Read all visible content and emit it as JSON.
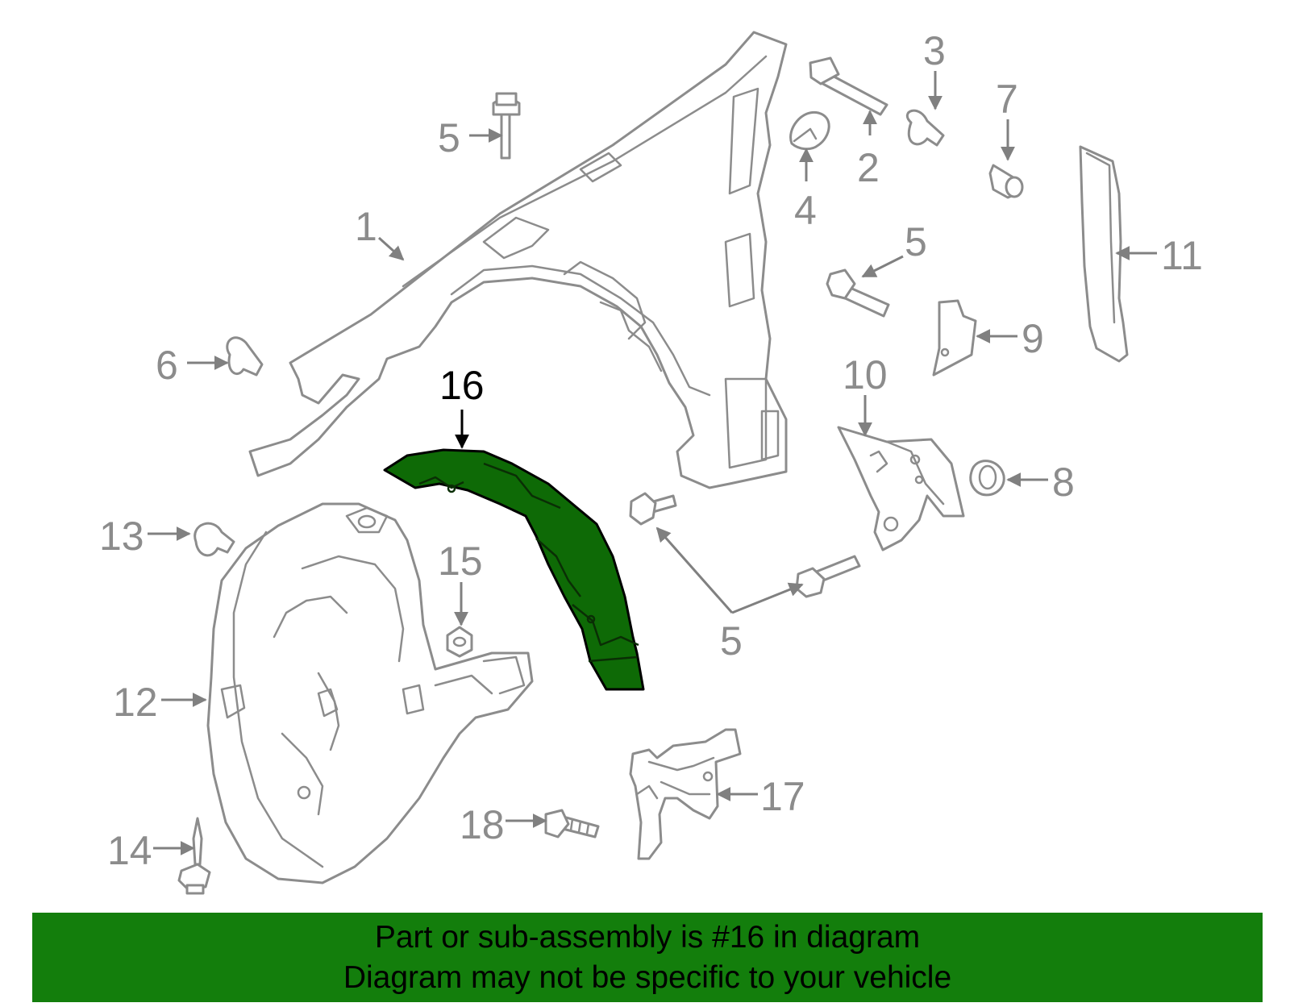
{
  "diagram": {
    "highlight_color": "#0e6a06",
    "banner_color": "#137e0c",
    "callouts": [
      {
        "id": "c1",
        "text": "1"
      },
      {
        "id": "c2",
        "text": "2"
      },
      {
        "id": "c3",
        "text": "3"
      },
      {
        "id": "c4",
        "text": "4"
      },
      {
        "id": "c5a",
        "text": "5"
      },
      {
        "id": "c5b",
        "text": "5"
      },
      {
        "id": "c5c",
        "text": "5"
      },
      {
        "id": "c6",
        "text": "6"
      },
      {
        "id": "c7",
        "text": "7"
      },
      {
        "id": "c8",
        "text": "8"
      },
      {
        "id": "c9",
        "text": "9"
      },
      {
        "id": "c10",
        "text": "10"
      },
      {
        "id": "c11",
        "text": "11"
      },
      {
        "id": "c12",
        "text": "12"
      },
      {
        "id": "c13",
        "text": "13"
      },
      {
        "id": "c14",
        "text": "14"
      },
      {
        "id": "c15",
        "text": "15"
      },
      {
        "id": "c16",
        "text": "16"
      },
      {
        "id": "c17",
        "text": "17"
      },
      {
        "id": "c18",
        "text": "18"
      }
    ]
  },
  "banner": {
    "line1": "Part or sub-assembly is #16 in diagram",
    "line2": "Diagram may not be specific to your vehicle"
  }
}
